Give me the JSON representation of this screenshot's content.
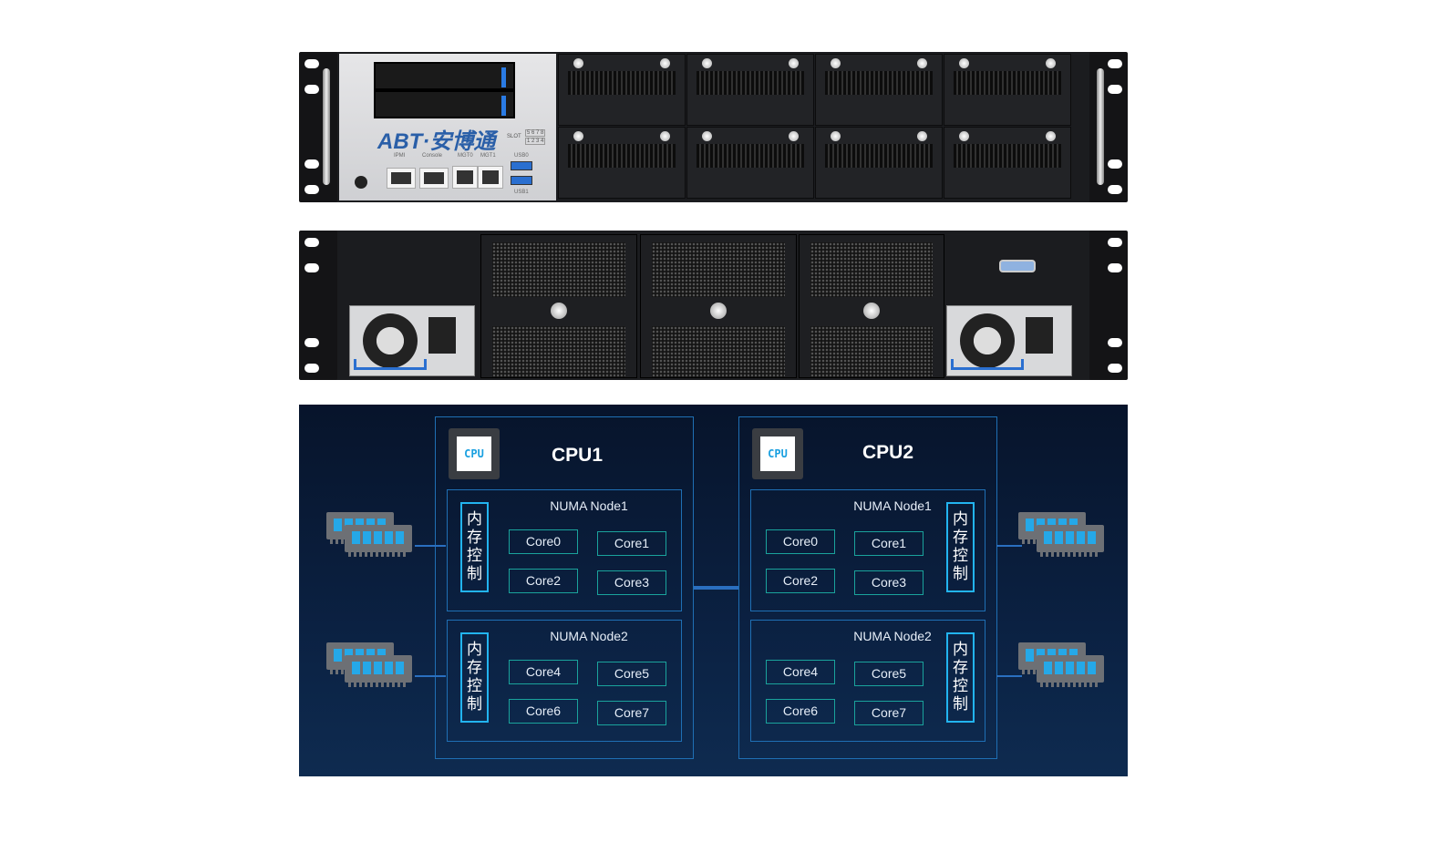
{
  "front_panel": {
    "brand": "ABT·安博通",
    "slot_label": "SLOT",
    "slot_numbers_top": "5 6 7 8",
    "slot_numbers_bottom": "1 2 3 4",
    "ports": [
      "IPMI",
      "Console",
      "MGT0",
      "MGT1"
    ],
    "usb": [
      "USB0",
      "USB1"
    ],
    "drive_accent": "#2a7be4"
  },
  "diagram": {
    "mem_controller_label": "内存控制",
    "chip_label": "CPU",
    "cpus": [
      {
        "title": "CPU1",
        "nodes": [
          {
            "title": "NUMA Node1",
            "cores": [
              "Core0",
              "Core1",
              "Core2",
              "Core3"
            ]
          },
          {
            "title": "NUMA Node2",
            "cores": [
              "Core4",
              "Core5",
              "Core6",
              "Core7"
            ]
          }
        ]
      },
      {
        "title": "CPU2",
        "nodes": [
          {
            "title": "NUMA Node1",
            "cores": [
              "Core0",
              "Core1",
              "Core2",
              "Core3"
            ]
          },
          {
            "title": "NUMA Node2",
            "cores": [
              "Core4",
              "Core5",
              "Core6",
              "Core7"
            ]
          }
        ]
      }
    ],
    "colors": {
      "background": "#0b2142",
      "border": "#1f6fb4",
      "core_border": "#1aa39c",
      "mem_border": "#22b4f0"
    }
  }
}
